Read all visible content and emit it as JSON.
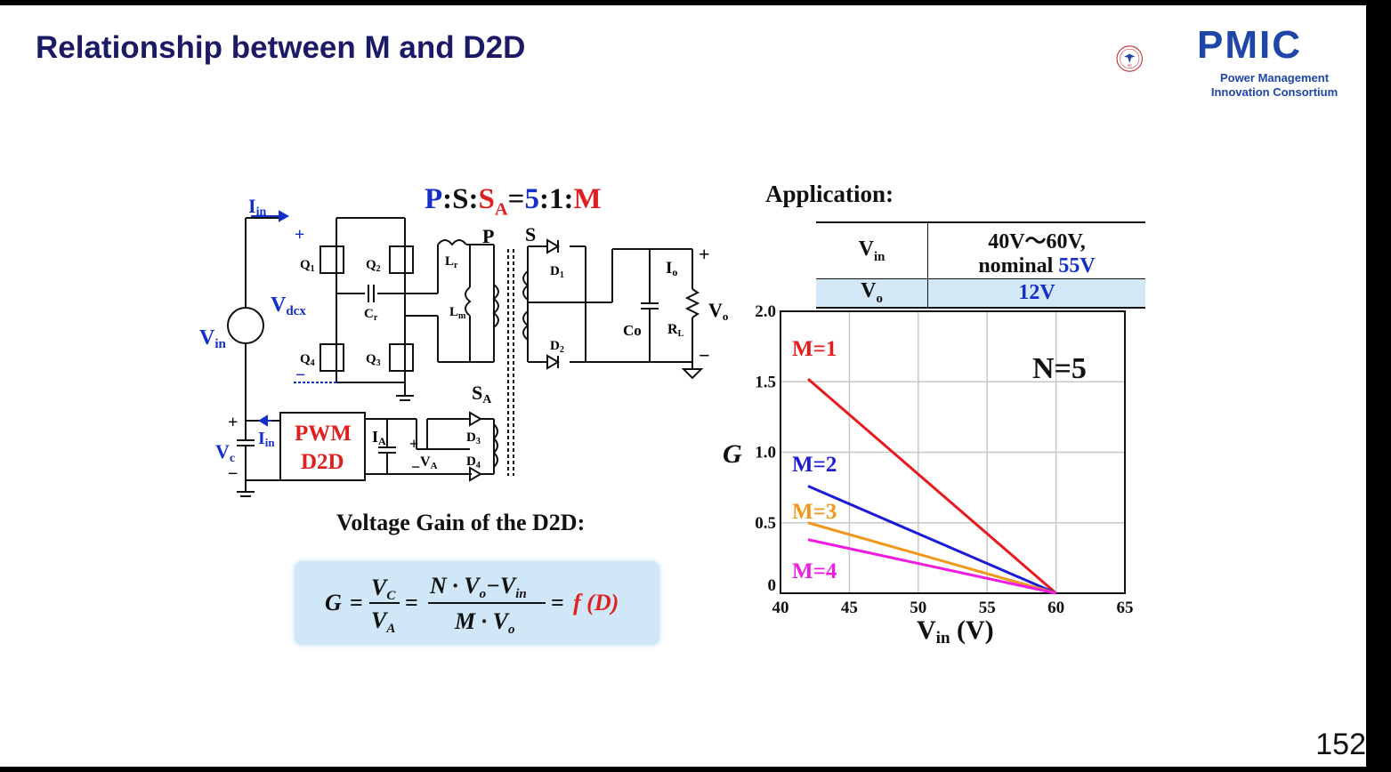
{
  "slide": {
    "title": "Relationship between M and D2D",
    "page_number": "152"
  },
  "logo": {
    "text": "PMIC",
    "subtitle_line1": "Power Management",
    "subtitle_line2": "Innovation Consortium",
    "seal_year": "1897",
    "seal_text": "ZHEJIANG UNIVERSITY"
  },
  "ratio": {
    "p": "P",
    "s": "S",
    "sa": "S",
    "sa_sub": "A",
    "n1": "5",
    "n2": "1",
    "m": "M"
  },
  "circuit": {
    "labels": {
      "iin": "I",
      "iin_sub": "in",
      "vin": "V",
      "vin_sub": "in",
      "vdcx": "V",
      "vdcx_sub": "dcx",
      "q1": "Q",
      "q1_sub": "1",
      "q2": "Q",
      "q2_sub": "2",
      "q3": "Q",
      "q3_sub": "3",
      "q4": "Q",
      "q4_sub": "4",
      "cr": "C",
      "cr_sub": "r",
      "lr": "L",
      "lr_sub": "r",
      "lm": "L",
      "lm_sub": "m",
      "p": "P",
      "s": "S",
      "d1": "D",
      "d1_sub": "1",
      "d2": "D",
      "d2_sub": "2",
      "co": "Co",
      "io": "I",
      "io_sub": "o",
      "rl": "R",
      "rl_sub": "L",
      "vo": "V",
      "vo_sub": "o",
      "sa": "S",
      "sa_sub": "A",
      "pwm1": "PWM",
      "pwm2": "D2D",
      "ia": "I",
      "ia_sub": "A",
      "va": "V",
      "va_sub": "A",
      "d3": "D",
      "d3_sub": "3",
      "d4": "D",
      "d4_sub": "4",
      "vc": "V",
      "vc_sub": "c",
      "plus": "+",
      "minus": "−"
    }
  },
  "gain_title": "Voltage Gain of the D2D:",
  "formula": {
    "g": "G",
    "eq": "=",
    "vc": "V",
    "vc_sub": "C",
    "va": "V",
    "va_sub": "A",
    "num": "N · V",
    "num_sub": "o",
    "minus_vin": "−V",
    "vin_sub": "in",
    "den": "M · V",
    "den_sub": "o",
    "rhs": "f (D)"
  },
  "application": {
    "title": "Application:",
    "vin_label": "V",
    "vin_sub": "in",
    "vin_value_line1": "40V～60V,",
    "vin_value_line2_prefix": "nominal ",
    "vin_value_line2_highlight": "55V",
    "vo_label": "V",
    "vo_sub": "o",
    "vo_value": "12V"
  },
  "chart_data": {
    "type": "line",
    "xlabel": "V",
    "xlabel_sub": "in",
    "xlabel_unit": " (V)",
    "ylabel": "G",
    "xlim": [
      40,
      65
    ],
    "ylim": [
      0,
      2.0
    ],
    "x_ticks": [
      "40",
      "45",
      "50",
      "55",
      "60",
      "65"
    ],
    "y_ticks": [
      "0",
      "0.5",
      "1.0",
      "1.5",
      "2.0"
    ],
    "grid": true,
    "annotation": "N=5",
    "series": [
      {
        "name": "M=1",
        "color": "#e8191f",
        "x": [
          42,
          60
        ],
        "y": [
          1.52,
          0
        ]
      },
      {
        "name": "M=2",
        "color": "#1c1cd8",
        "x": [
          42,
          60
        ],
        "y": [
          0.76,
          0
        ]
      },
      {
        "name": "M=3",
        "color": "#f0981c",
        "x": [
          42,
          60
        ],
        "y": [
          0.5,
          0
        ]
      },
      {
        "name": "M=4",
        "color": "#f01ce0",
        "x": [
          42,
          60
        ],
        "y": [
          0.38,
          0
        ]
      }
    ]
  }
}
